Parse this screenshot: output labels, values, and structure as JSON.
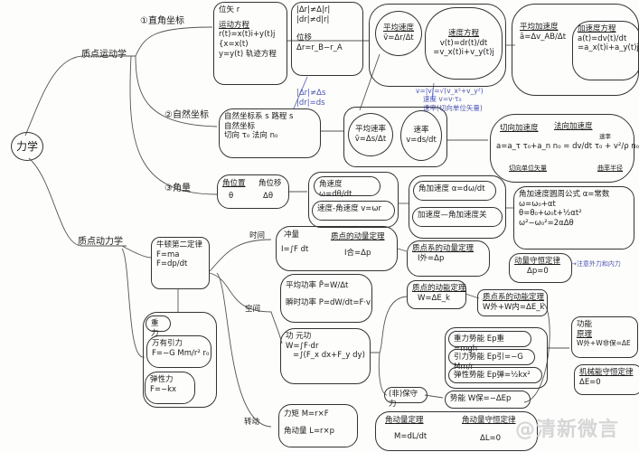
{
  "root": "力学",
  "kinematics": {
    "label": "质点运动学",
    "cartesian": {
      "label": "①直角坐标",
      "position_box": [
        "位矢 r",
        "运动方程",
        "r(t)=x(t)i+y(t)j",
        "{x=x(t)",
        " y=y(t) 轨迹方程"
      ],
      "displacement_box": [
        "|Δr|≠Δ|r|",
        "|dr|≠d|r|",
        "位移",
        "Δr=r_B−r_A"
      ],
      "ds_note": [
        "|Δr|≠Δs",
        "|dr|=ds"
      ],
      "avg_velocity": [
        "平均速度",
        "v̄=Δr/Δt"
      ],
      "velocity_eq": [
        "速度方程",
        "v(t)=dr(t)/dt",
        "=v_x(t)i+v_y(t)j"
      ],
      "avg_accel": [
        "平均加速度",
        "ā=Δv_AB/Δt"
      ],
      "accel_eq": [
        "加速度方程",
        "a(t)=dv(t)/dt",
        "=a_x(t)i+a_y(t)j"
      ],
      "speed_note": [
        "v=|v|=√(v_x²+v_y²)",
        "速度 v=v·τ₀",
        "速率(切向单位矢量)"
      ]
    },
    "natural": {
      "label": "②自然坐标",
      "box": [
        "自然坐标系 s   路程 s",
        "自然坐标",
        "切向 τ₀  法向 n₀"
      ],
      "avg_speed": [
        "平均速率",
        "v̄=Δs/Δt"
      ],
      "speed": [
        "速率",
        "v=ds/dt"
      ],
      "accel": [
        "切向加速度",
        "法向加速度",
        "a=a_τ τ₀+a_n n₀ = dv/dt τ₀ + v²/ρ n₀",
        "切向单位矢量",
        "速率",
        "曲率半径"
      ]
    },
    "angular": {
      "label": "③角量",
      "position_box": [
        "角位置",
        "θ",
        "角位移",
        "Δθ"
      ],
      "velocity_box": [
        "角速度 ω=dθ/dt",
        "速度-角速度 v=ωr"
      ],
      "accel_box": [
        "角加速度 α=dω/dt",
        "加速度—角加速度关"
      ],
      "circular_box": [
        "角加速度圆周公式 α=常数",
        "ω=ω₀+αt",
        "θ=θ₀+ω₀t+½αt²",
        "ω²−ω₀²=2αΔθ"
      ]
    }
  },
  "dynamics": {
    "label": "质点动力学",
    "newton": [
      "牛顿第二定律",
      "F=ma",
      "F=dp/dt"
    ],
    "forces": [
      "重力",
      "万有引力",
      "F=−G Mm/r² r₀",
      "弹性力",
      "F=−kx"
    ],
    "time": {
      "label": "时间",
      "impulse": [
        "冲量",
        "I=∫F dt",
        "质点的动量定理",
        "I合=Δp"
      ],
      "system_momentum": [
        "质点系的动量定理",
        "I外=Δp"
      ],
      "conservation": [
        "动量守恒定律",
        "Δp=0"
      ],
      "conservation_note": "→注意外力和内力"
    },
    "space": {
      "label": "空间",
      "power": [
        "平均功率 P̄=W/Δt",
        "瞬时功率 P=dW/dt=F·v"
      ],
      "work": [
        "功 元功",
        "W=∫F·dr",
        "=∫(F_x dx+F_y dy)"
      ],
      "kinetic_theorem": [
        "质点的动能定理",
        "W=ΔE_k"
      ],
      "system_kinetic": [
        "质点系的动能定理",
        "W外+W内=ΔE_k"
      ],
      "potentials": [
        "重力势能 Ep重=mgh",
        "引力势能 Ep引=−G Mm/r",
        "弹性势能 Ep弹=½kx²"
      ],
      "conservative": "(非)保守力",
      "potential_work": "势能 W保=−ΔEp",
      "work_energy": [
        "功能",
        "原理",
        "W外+W非保=ΔE"
      ],
      "mech_conservation": [
        "机械能守恒定律",
        "ΔE=0"
      ]
    },
    "rotation": {
      "label": "转动",
      "torque": [
        "力矩 M=r×F",
        "角动量 L=r×p"
      ],
      "ang_momentum": [
        "角动量定理",
        "M=dL/dt",
        "角动量守恒定律",
        "ΔL=0"
      ]
    }
  },
  "watermark": "@清新微言",
  "colors": {
    "ink": "#1a1a1a",
    "note_blue": "#4c56b0",
    "paper": "#fdfdfc"
  }
}
